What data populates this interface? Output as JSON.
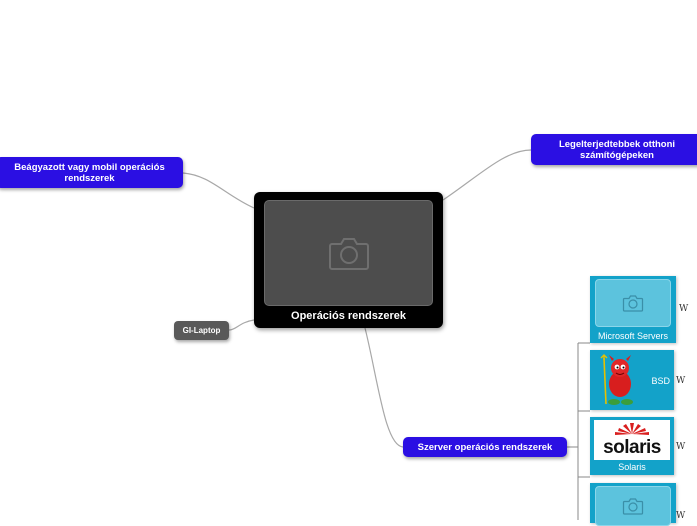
{
  "central": {
    "label": "Operációs rendszerek",
    "image_icon": "camera-icon"
  },
  "topics": {
    "embedded": "Beágyazott vagy mobil operációs rendszerek",
    "home": "Legelterjedtebbek otthoni számítógépeken",
    "server": "Szerver operációs rendszerek",
    "laptop": "GI-Laptop"
  },
  "server_items": [
    {
      "label": "Microsoft Servers",
      "link": "W"
    },
    {
      "label": "BSD",
      "link": "W"
    },
    {
      "label": "Solaris",
      "logo_text": "solaris",
      "link": "W"
    },
    {
      "label": "",
      "link": "W"
    }
  ],
  "colors": {
    "topic_blue": "#2b0fe3",
    "central_bg": "#000000",
    "tile_bg": "#13a2c9",
    "connector": "#9a9a9a"
  }
}
